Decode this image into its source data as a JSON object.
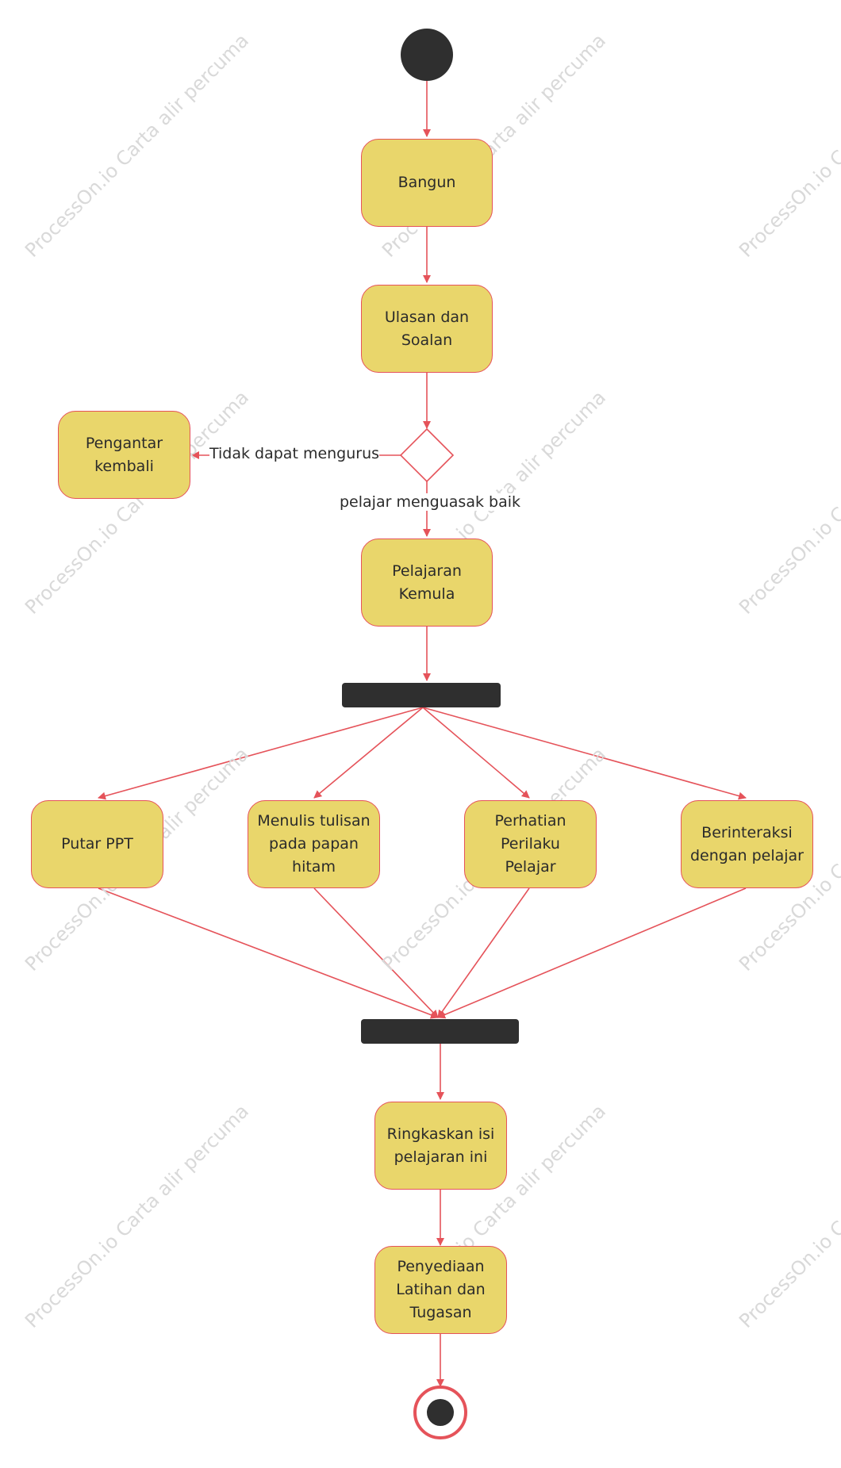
{
  "watermark": "ProcessOn.io Carta alir percuma",
  "colors": {
    "node_fill": "#e9d66b",
    "node_stroke": "#e5535a",
    "edge": "#e5535a",
    "bar": "#2f2f2f"
  },
  "nodes": {
    "bangun": "Bangun",
    "ulasan": "Ulasan dan Soalan",
    "pengantar": "Pengantar kembali",
    "pelajaran_kemula": "Pelajaran Kemula",
    "putar_ppt": "Putar PPT",
    "menulis": "Menulis tulisan pada papan hitam",
    "perhatian": "Perhatian Perilaku Pelajar",
    "berinteraksi": "Berinteraksi dengan pelajar",
    "ringkaskan": "Ringkaskan isi pelajaran ini",
    "penyediaan": "Penyediaan Latihan dan Tugasan"
  },
  "edge_labels": {
    "tidak_dapat": "Tidak dapat mengurus",
    "menguasai": "pelajar menguasak baik"
  }
}
